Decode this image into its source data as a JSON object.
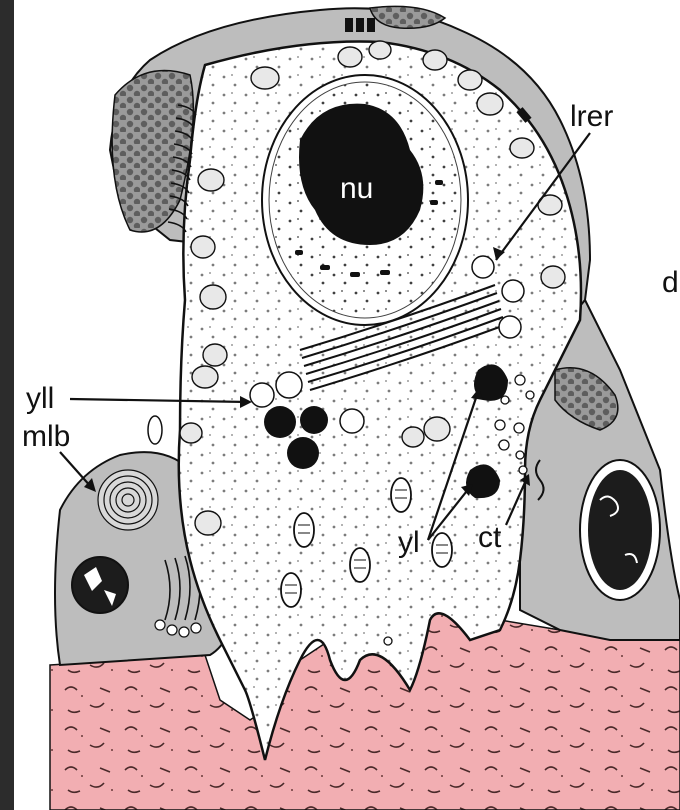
{
  "labels": {
    "nu": "nu",
    "lrer": "lrer",
    "d": "d",
    "yll": "yll",
    "mlb": "mlb",
    "yl": "yl",
    "ct": "ct"
  },
  "colors": {
    "left_dark_border": "#2c2c2c",
    "tissue_pink": "#f2aeb2",
    "tissue_line": "#4a2a2a",
    "grey_cell": "#bdbdbd",
    "dark_grey": "#7a7a7a",
    "stroke": "#111111"
  }
}
